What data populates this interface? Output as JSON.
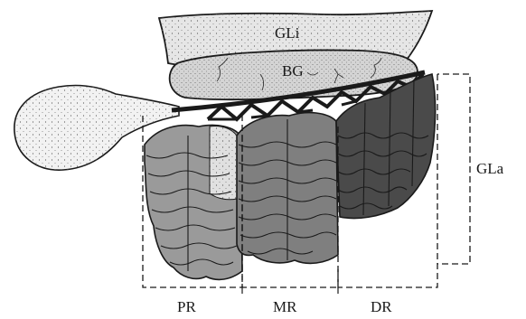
{
  "figure": {
    "labels": {
      "gli": "GLi",
      "bg": "BG",
      "gla": "GLa",
      "pr": "PR",
      "mr": "MR",
      "dr": "DR"
    },
    "colors": {
      "outline": "#1a1a1a",
      "gli_fill": "#e6e6e6",
      "bg_fill": "#d4d4d4",
      "bulb_fill": "#f2f2f2",
      "pr_fill": "#9a9a9a",
      "mr_fill": "#7f7f7f",
      "dr_fill": "#4a4a4a"
    }
  }
}
